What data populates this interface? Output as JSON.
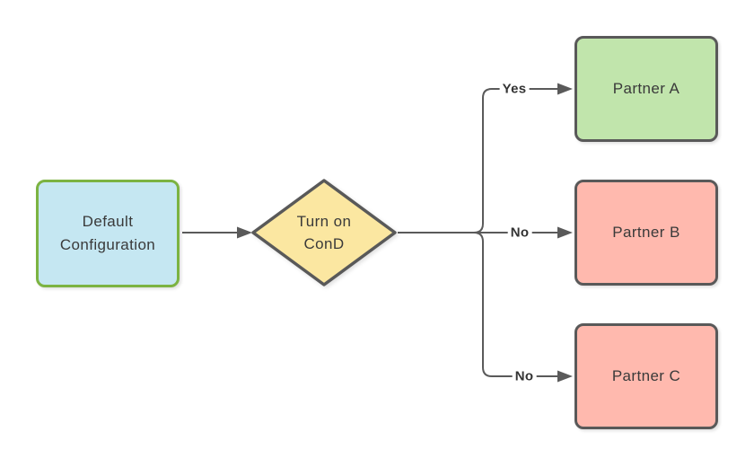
{
  "colors": {
    "canvas": "#ffffff",
    "node-blue": "#c5e7f2",
    "node-blue-border": "#7cb342",
    "node-yellow": "#fbe7a1",
    "node-green": "#c1e5ac",
    "node-pink": "#ffb9ae",
    "shape-border": "#595959",
    "line": "#5a5a5a",
    "node-text": "#3a3a3a",
    "edge-label-text": "#333333"
  },
  "diagram": {
    "nodes": {
      "default_config": {
        "label": "Default Configuration"
      },
      "decision": {
        "label": "Turn on ConD"
      },
      "partner_a": {
        "label": "Partner A"
      },
      "partner_b": {
        "label": "Partner B"
      },
      "partner_c": {
        "label": "Partner C"
      }
    },
    "edges": [
      {
        "from": "Default Configuration",
        "to": "Turn on ConD",
        "label": ""
      },
      {
        "from": "Turn on ConD",
        "to": "Partner A",
        "label": "Yes"
      },
      {
        "from": "Turn on ConD",
        "to": "Partner B",
        "label": "No"
      },
      {
        "from": "Turn on ConD",
        "to": "Partner C",
        "label": "No"
      }
    ]
  }
}
